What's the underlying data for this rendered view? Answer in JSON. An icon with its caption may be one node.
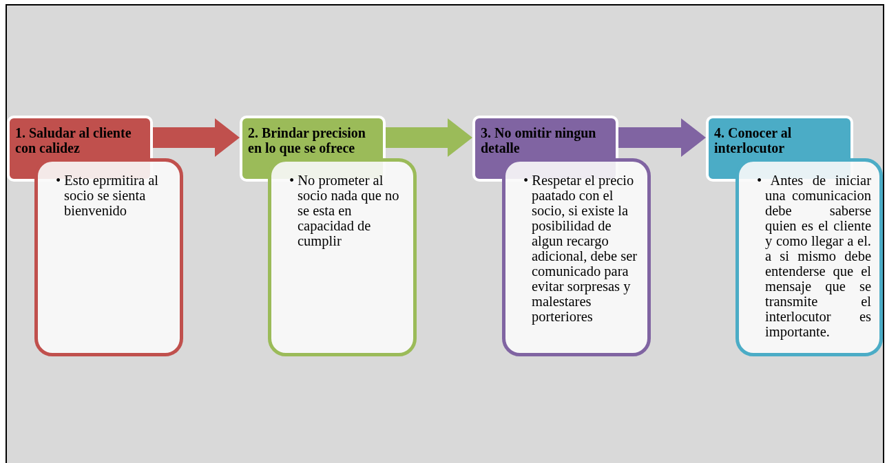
{
  "diagram": {
    "nodes": [
      {
        "text": [
          "1. Saludar al cliente con calidez"
        ]
      },
      {
        "text": [
          "• Esto eprmitira al socio se sienta bienvenido"
        ]
      },
      {
        "text": [
          "2. Brindar precision en lo que se ofrece"
        ]
      },
      {
        "text": [
          "• No prometer al socio nada que no se esta en capacidad de cumplir"
        ]
      },
      {
        "text": [
          "3. No omitir ningun detalle"
        ]
      },
      {
        "text": [
          "• Respetar el precio paatado con el socio, si existe la posibilidad de algun recargo adicional, debe ser comunicado para evitar sorpresas y malestares porteriores"
        ]
      },
      {
        "text": [
          "4. Conocer al interlocutor"
        ]
      },
      {
        "text": [
          "• Antes de iniciar una comunicacion debe saberse quien es el cliente y como llegar a el. a si mismo debe entenderse que el mensaje que se transmite el interlocutor es importante."
        ]
      }
    ],
    "edges": [
      {
        "from": 0,
        "to": 2,
        "arrow": "to",
        "color": "#c0504d"
      },
      {
        "from": 2,
        "to": 4,
        "arrow": "to",
        "color": "#9bbb59"
      },
      {
        "from": 4,
        "to": 6,
        "arrow": "to",
        "color": "#8064a2"
      }
    ]
  }
}
